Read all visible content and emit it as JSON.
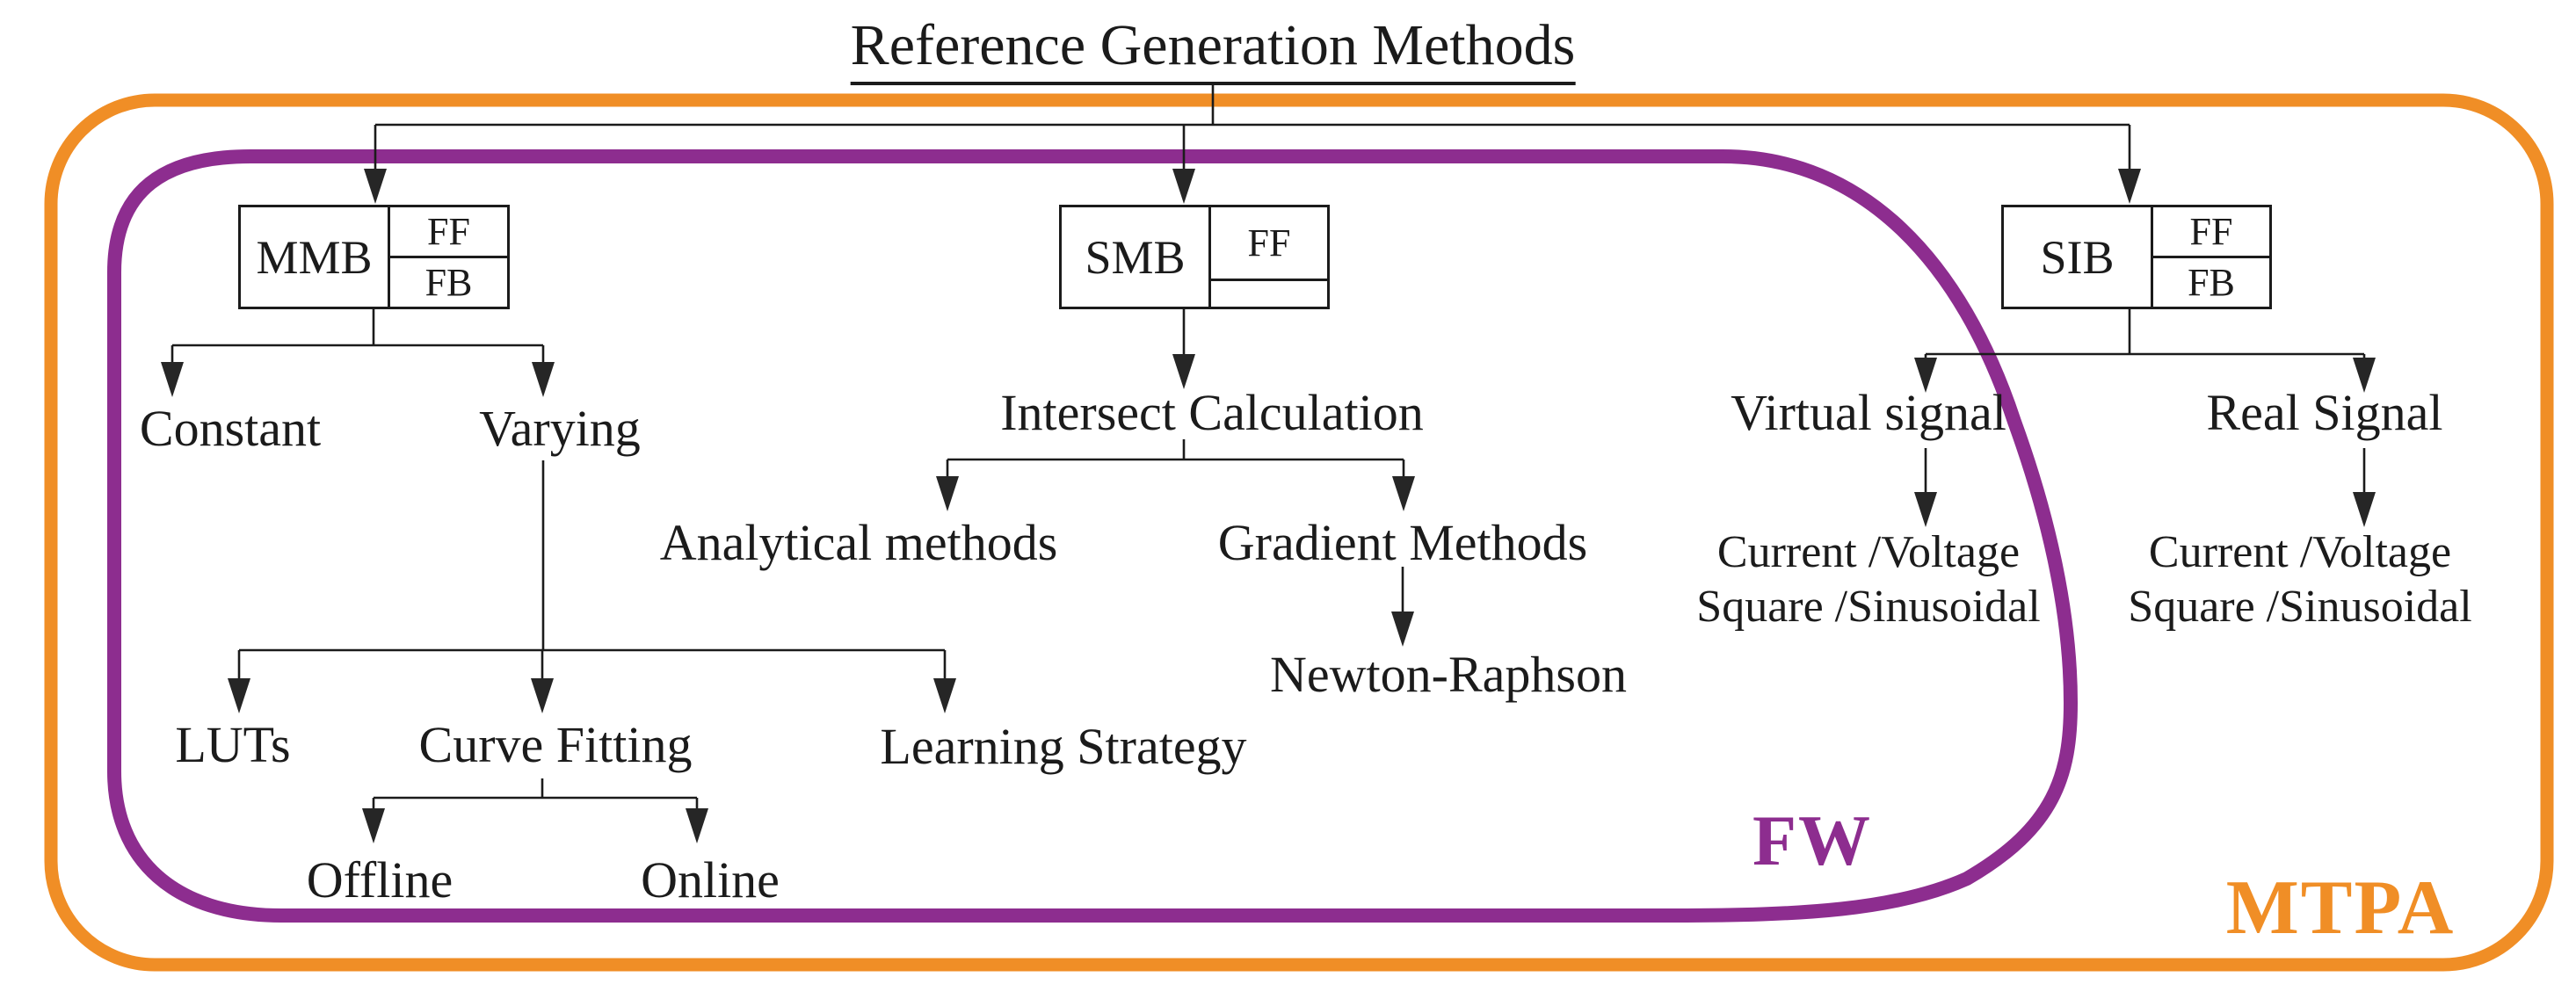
{
  "title": "Reference Generation Methods",
  "colors": {
    "purple": "#8D2D8F",
    "orange": "#F08E26",
    "line_black": "#1B1B1B"
  },
  "boxes": [
    {
      "label": "MMB",
      "cells": [
        "FF",
        "FB"
      ]
    },
    {
      "label": "SMB",
      "cells": [
        "FF",
        ""
      ]
    },
    {
      "label": "SIB",
      "cells": [
        "FF",
        "FB"
      ]
    }
  ],
  "nodes": {
    "constant": "Constant",
    "varying": "Varying",
    "intersect": "Intersect Calculation",
    "analytical": "Analytical methods",
    "gradient": "Gradient Methods",
    "newton": "Newton-Raphson",
    "virtual": "Virtual signal",
    "real": "Real Signal",
    "cv_line1": "Current /Voltage",
    "cv_line2": "Square /Sinusoidal",
    "luts": "LUTs",
    "curve_fitting": "Curve Fitting",
    "learning": "Learning Strategy",
    "offline": "Offline",
    "online": "Online"
  },
  "regions": {
    "fw": "FW",
    "mtpa": "MTPA"
  }
}
